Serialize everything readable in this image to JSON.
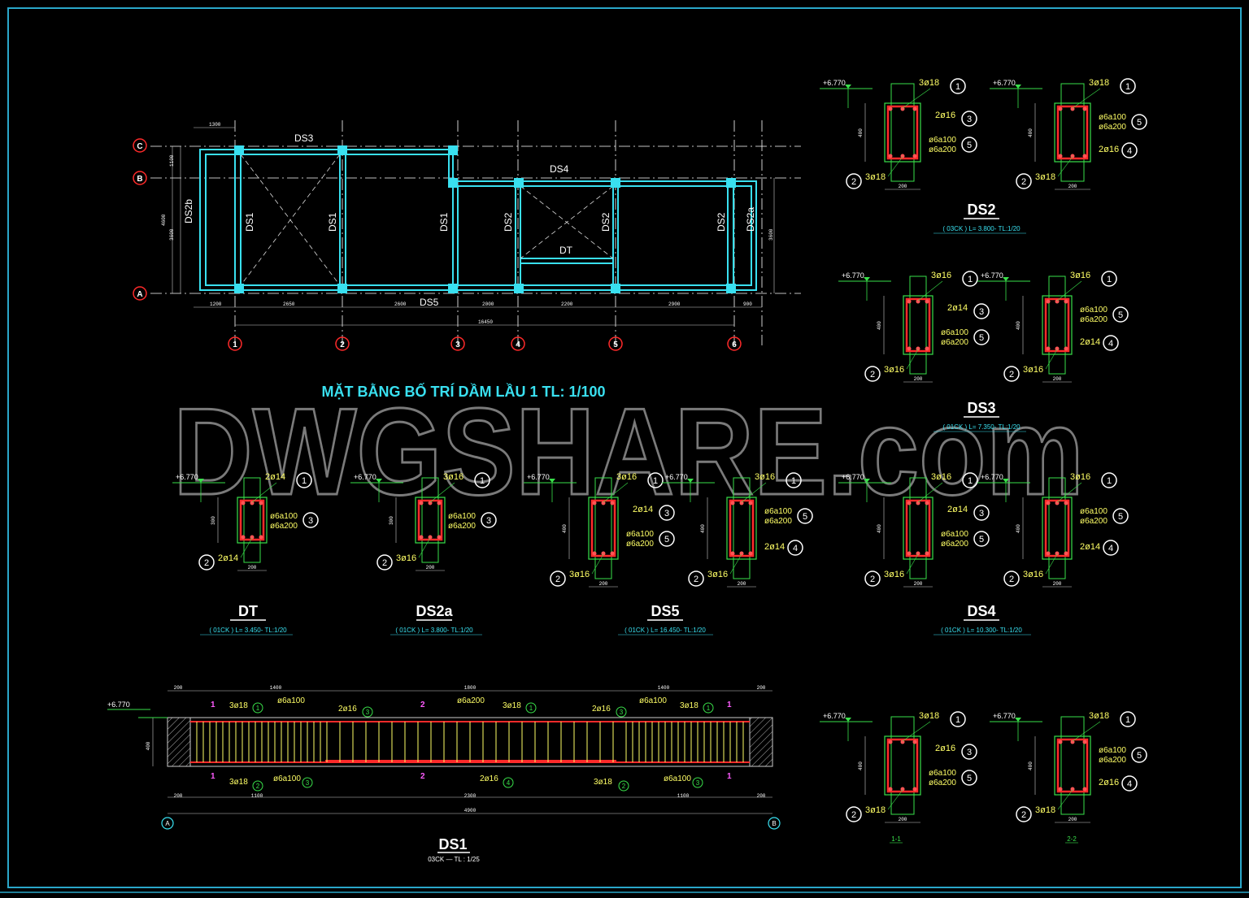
{
  "plan": {
    "title": "MẶT BẰNG BỐ TRÍ DẦM LẦU 1 TL: 1/100",
    "beam_labels": {
      "ds3": "DS3",
      "ds4": "DS4",
      "ds5": "DS5",
      "dt": "DT",
      "ds2b": "DS2b",
      "ds1a": "DS1",
      "ds1b": "DS1",
      "ds1c": "DS1",
      "ds2a": "DS2",
      "ds2b2": "DS2",
      "ds2c": "DS2",
      "ds2a_edge": "DS2a"
    },
    "axes_rows": [
      "C",
      "B",
      "A"
    ],
    "axes_cols": [
      "1",
      "2",
      "3",
      "4",
      "5",
      "6"
    ],
    "dims_bottom": [
      "1200",
      "2650",
      "2600",
      "2000",
      "2200",
      "2900",
      "900"
    ],
    "dim_total": "16450",
    "dim_top": "1300",
    "dims_left": [
      "1100",
      "4600",
      "3600"
    ],
    "dim_right": "3600"
  },
  "watermark": "DWGSHARE.com",
  "elevation": "+6.770",
  "size_200": "200",
  "size_400": "400",
  "size_300": "300",
  "sections": {
    "ds2_l": {
      "top": "3ø18",
      "mid": "2ø16",
      "stir": "ø6a100",
      "stir2": "ø6a200",
      "bot": "3ø18",
      "m1": "1",
      "m2": "2",
      "m3": "3",
      "m5": "5"
    },
    "ds2_r": {
      "top": "3ø18",
      "stir": "ø6a100",
      "stir2": "ø6a200",
      "mid": "2ø16",
      "bot": "3ø18",
      "m1": "1",
      "m2": "2",
      "m4": "4",
      "m5": "5"
    },
    "ds3_l": {
      "top": "3ø16",
      "mid": "2ø14",
      "stir": "ø6a100",
      "stir2": "ø6a200",
      "bot": "3ø16"
    },
    "ds3_r": {
      "top": "3ø16",
      "stir": "ø6a100",
      "stir2": "ø6a200",
      "mid": "2ø14",
      "bot": "3ø16"
    },
    "dt": {
      "top": "2ø14",
      "stir": "ø6a100",
      "stir2": "ø6a200",
      "bot": "2ø14"
    },
    "ds2a": {
      "top": "3ø16",
      "stir": "ø6a100",
      "stir2": "ø6a200",
      "bot": "3ø16"
    },
    "ds5_l": {
      "top": "3ø16",
      "mid": "2ø14",
      "stir": "ø6a100",
      "stir2": "ø6a200",
      "bot": "3ø16"
    },
    "ds5_r": {
      "top": "3ø16",
      "stir": "ø6a100",
      "stir2": "ø6a200",
      "mid": "2ø14",
      "bot": "3ø16"
    },
    "ds4_l": {
      "top": "3ø16",
      "mid": "2ø14",
      "stir": "ø6a100",
      "stir2": "ø6a200",
      "bot": "3ø16"
    },
    "ds4_r": {
      "top": "3ø16",
      "stir": "ø6a100",
      "stir2": "ø6a200",
      "mid": "2ø14",
      "bot": "3ø16"
    },
    "s11": {
      "top": "3ø18",
      "mid": "2ø16",
      "stir": "ø6a100",
      "stir2": "ø6a200",
      "bot": "3ø18"
    },
    "s22": {
      "top": "3ø18",
      "stir": "ø6a100",
      "stir2": "ø6a200",
      "mid": "2ø16",
      "bot": "3ø18"
    }
  },
  "titles": {
    "ds2": {
      "name": "DS2",
      "sub": "( 03CK ) L= 3.800- TL:1/20"
    },
    "ds3": {
      "name": "DS3",
      "sub": "( 01CK ) L= 7.350- TL:1/20"
    },
    "dt": {
      "name": "DT",
      "sub": "( 01CK ) L= 3.450- TL:1/20"
    },
    "ds2a": {
      "name": "DS2a",
      "sub": "( 01CK ) L= 3.800- TL:1/20"
    },
    "ds5": {
      "name": "DS5",
      "sub": "( 01CK ) L= 16.450- TL:1/20"
    },
    "ds4": {
      "name": "DS4",
      "sub": "( 01CK ) L= 10.300- TL:1/20"
    },
    "ds1": {
      "name": "DS1",
      "sub": "03CK  —  TL : 1/25"
    },
    "s11": {
      "name": "1-1"
    },
    "s22": {
      "name": "2-2"
    }
  },
  "ds1_elev": {
    "dims_top": [
      "200",
      "1400",
      "1800",
      "1400",
      "200"
    ],
    "dims_bottom": [
      "200",
      "1100",
      "2300",
      "1100",
      "200"
    ],
    "dim_total": "4900",
    "labels_top": [
      "3ø18",
      "ø6a100",
      "2ø16",
      "ø6a200",
      "3ø18",
      "2ø16",
      "ø6a100",
      "3ø18"
    ],
    "labels_bottom": [
      "3ø18",
      "ø6a100",
      "2ø16",
      "3ø18",
      "ø6a100"
    ],
    "marks_top": [
      "1",
      "3",
      "1",
      "3",
      "1"
    ],
    "marks_bottom": [
      "2",
      "3",
      "4",
      "2",
      "3"
    ],
    "cut_1": "1",
    "cut_2": "2",
    "axis_a": "A",
    "axis_b": "B",
    "height": "400"
  }
}
